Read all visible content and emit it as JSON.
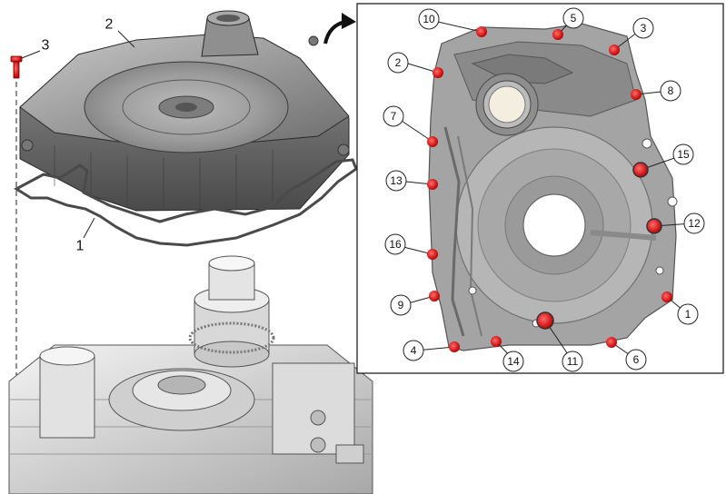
{
  "figure": {
    "left_labels": {
      "bolt": "3",
      "cover": "2",
      "gasket": "1"
    },
    "callouts": [
      "1",
      "2",
      "3",
      "4",
      "5",
      "6",
      "7",
      "8",
      "9",
      "10",
      "11",
      "12",
      "13",
      "14",
      "15",
      "16"
    ],
    "colors": {
      "bolt_marker": "#e01818",
      "cast_metal": "#9a9a9a",
      "panel_border": "#111111"
    },
    "icons": [
      "curved-arrow-icon",
      "bolt-icon"
    ]
  }
}
